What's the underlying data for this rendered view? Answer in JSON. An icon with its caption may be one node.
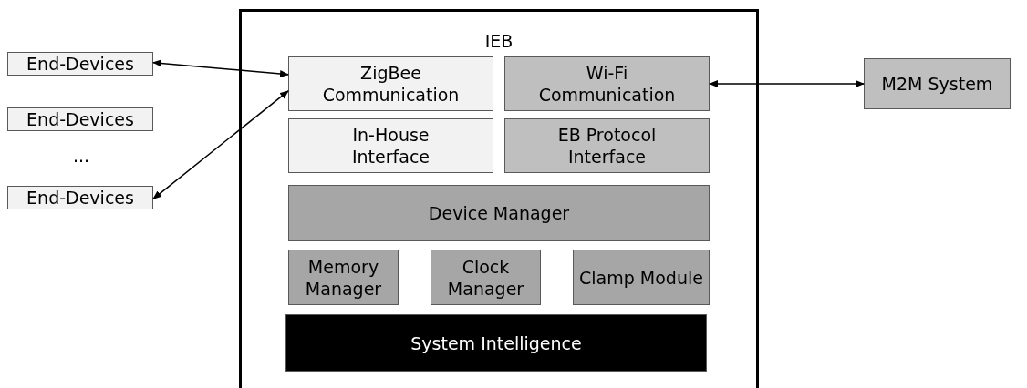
{
  "diagram": {
    "nodes": [
      {
        "text": [
          "End-Devices"
        ]
      },
      {
        "text": [
          "End-Devices"
        ]
      },
      {
        "text": [
          "End-Devices"
        ]
      },
      {
        "text": [
          "IEB"
        ]
      },
      {
        "text": [
          "ZigBee Communication"
        ],
        "in": 3
      },
      {
        "text": [
          "Wi-Fi Communication"
        ],
        "in": 3
      },
      {
        "text": [
          "In-House Interface"
        ],
        "in": 3
      },
      {
        "text": [
          "EB Protocol Interface"
        ],
        "in": 3
      },
      {
        "text": [
          "Device Manager"
        ],
        "in": 3
      },
      {
        "text": [
          "Memory Manager"
        ],
        "in": 3
      },
      {
        "text": [
          "Clock Manager"
        ],
        "in": 3
      },
      {
        "text": [
          "Clamp Module"
        ],
        "in": 3
      },
      {
        "text": [
          "System Intelligence"
        ],
        "in": 3
      },
      {
        "text": [
          "M2M System"
        ]
      }
    ],
    "edges": [
      {
        "from": 0,
        "to": 4,
        "arrow": "both"
      },
      {
        "from": 2,
        "to": 4,
        "arrow": "both"
      },
      {
        "from": 5,
        "to": 13,
        "arrow": "both"
      }
    ],
    "labels": [
      "..."
    ]
  }
}
